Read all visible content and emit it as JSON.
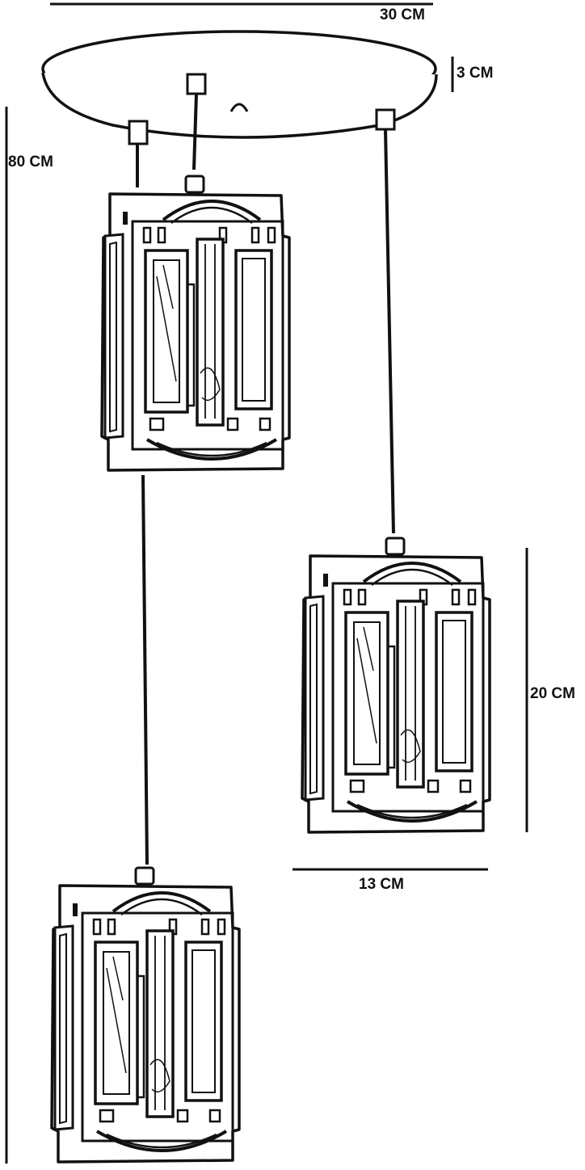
{
  "dimensions": {
    "canopy_diameter": "30 CM",
    "canopy_height": "3 CM",
    "total_drop": "80 CM",
    "shade_height": "20 CM",
    "shade_width": "13 CM"
  },
  "colors": {
    "line": "#111111",
    "background": "#ffffff",
    "shade_fill": "#ffffff"
  }
}
